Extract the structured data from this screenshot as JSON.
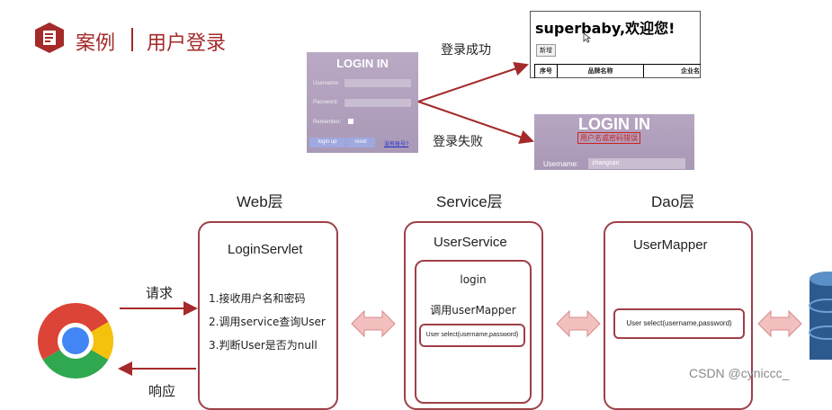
{
  "header": {
    "case_label": "案例",
    "title": "用户登录"
  },
  "login_form": {
    "title": "LOGIN IN",
    "username_label": "Username:",
    "password_label": "Password:",
    "remember_label": "Remember:",
    "login_button": "login up",
    "reset_button": "reset",
    "register_link": "没有账号?"
  },
  "flow": {
    "success_label": "登录成功",
    "fail_label": "登录失败",
    "request_label": "请求",
    "response_label": "响应"
  },
  "success_page": {
    "welcome": "superbaby,欢迎您!",
    "add_button": "新增",
    "columns": [
      "序号",
      "品牌名称",
      "企业名"
    ]
  },
  "fail_page": {
    "title": "LOGIN IN",
    "error": "用户名或密码错误",
    "username_label": "Username:",
    "username_value": "zhangsan"
  },
  "web_layer": {
    "title": "Web层",
    "component": "LoginServlet",
    "steps": [
      "1.接收用户名和密码",
      "2.调用service查询User",
      "3.判断User是否为null"
    ]
  },
  "service_layer": {
    "title": "Service层",
    "component": "UserService",
    "method": "login",
    "call": "调用userMapper",
    "signature": "User select(username,password)"
  },
  "dao_layer": {
    "title": "Dao层",
    "component": "UserMapper",
    "signature": "User select(username,password)"
  },
  "watermark": "CSDN @cyniccc_",
  "icons": [
    "book-icon",
    "chrome-icon",
    "database-icon",
    "double-arrow-icon"
  ],
  "colors": {
    "accent": "#a52a2a",
    "box_border": "#9e4048",
    "double_arrow": "#f3c0c0"
  }
}
